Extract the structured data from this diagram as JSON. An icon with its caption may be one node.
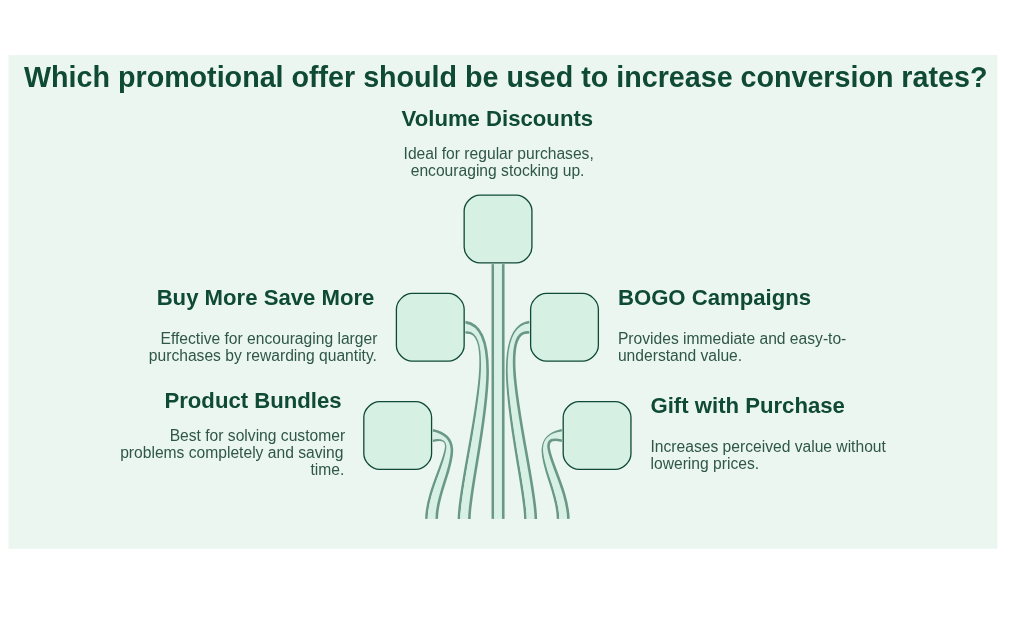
{
  "diagram": {
    "title": "Which promotional offer should be used to increase conversion rates?",
    "nodes": [
      {
        "text": [
          "Volume Discounts",
          "Ideal for regular purchases, encouraging stocking up."
        ]
      },
      {
        "text": [
          "Buy More Save More",
          "Effective for encouraging larger purchases by rewarding quantity."
        ]
      },
      {
        "text": [
          "BOGO Campaigns",
          "Provides immediate and easy-to-understand value."
        ]
      },
      {
        "text": [
          "Product Bundles",
          "Best for solving customer problems completely and saving time."
        ]
      },
      {
        "text": [
          "Gift with Purchase",
          "Increases perceived value without lowering prices."
        ]
      }
    ],
    "edges": [
      {
        "from": 0,
        "to": null,
        "arrow": "none"
      },
      {
        "from": 1,
        "to": null,
        "arrow": "none"
      },
      {
        "from": 2,
        "to": null,
        "arrow": "none"
      },
      {
        "from": 3,
        "to": null,
        "arrow": "none"
      },
      {
        "from": 4,
        "to": null,
        "arrow": "none"
      }
    ]
  }
}
